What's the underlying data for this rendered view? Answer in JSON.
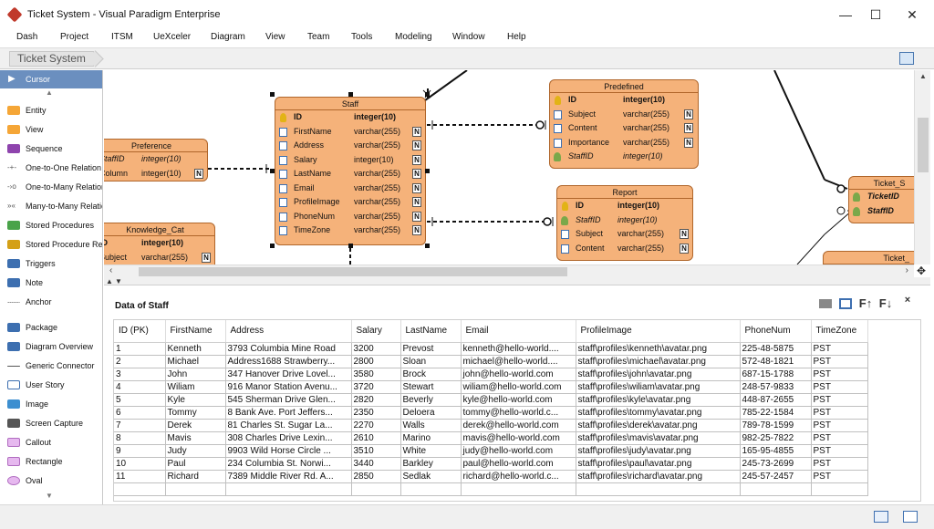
{
  "window": {
    "title": "Ticket System - Visual Paradigm Enterprise",
    "minimize": "—",
    "maximize": "☐",
    "close": "✕"
  },
  "menu": [
    "Dash",
    "Project",
    "ITSM",
    "UeXceler",
    "Diagram",
    "View",
    "Team",
    "Tools",
    "Modeling",
    "Window",
    "Help"
  ],
  "breadcrumb": "Ticket System",
  "palette": {
    "items": [
      {
        "label": "Cursor",
        "icon": "cursor-icon",
        "color": "#6b8fbf"
      },
      {
        "label": "Entity",
        "icon": "entity-icon",
        "color": "#f5a637"
      },
      {
        "label": "View",
        "icon": "view-icon",
        "color": "#f5a637"
      },
      {
        "label": "Sequence",
        "icon": "sequence-icon",
        "color": "#8e44ad"
      },
      {
        "label": "One-to-One Relation",
        "icon": "one-to-one-icon",
        "color": "#666666"
      },
      {
        "label": "One-to-Many Relation",
        "icon": "one-to-many-icon",
        "color": "#666666"
      },
      {
        "label": "Many-to-Many Relation",
        "icon": "many-to-many-icon",
        "color": "#666666"
      },
      {
        "label": "Stored Procedures",
        "icon": "stored-procedures-icon",
        "color": "#4aa34a"
      },
      {
        "label": "Stored Procedure Re",
        "icon": "stored-procedure-resultset-icon",
        "color": "#d4a017"
      },
      {
        "label": "Triggers",
        "icon": "triggers-icon",
        "color": "#3d6fb0"
      },
      {
        "label": "Note",
        "icon": "note-icon",
        "color": "#3d6fb0"
      },
      {
        "label": "Anchor",
        "icon": "anchor-icon",
        "color": "#999999"
      },
      {
        "label": "Package",
        "icon": "package-icon",
        "color": "#3d6fb0"
      },
      {
        "label": "Diagram Overview",
        "icon": "diagram-overview-icon",
        "color": "#3d6fb0"
      },
      {
        "label": "Generic Connector",
        "icon": "generic-connector-icon",
        "color": "#555555"
      },
      {
        "label": "User Story",
        "icon": "user-story-icon",
        "color": "#3d6fb0"
      },
      {
        "label": "Image",
        "icon": "image-icon",
        "color": "#3d8fd0"
      },
      {
        "label": "Screen Capture",
        "icon": "screen-capture-icon",
        "color": "#555555"
      },
      {
        "label": "Callout",
        "icon": "callout-icon",
        "color": "#c983d6"
      },
      {
        "label": "Rectangle",
        "icon": "rectangle-icon",
        "color": "#c983d6"
      },
      {
        "label": "Oval",
        "icon": "oval-icon",
        "color": "#c983d6"
      }
    ]
  },
  "diagram": {
    "staff": {
      "name": "Staff",
      "columns": [
        {
          "name": "ID",
          "type": "integer(10)",
          "kind": "pk",
          "nullable": ""
        },
        {
          "name": "FirstName",
          "type": "varchar(255)",
          "kind": "col",
          "nullable": "N"
        },
        {
          "name": "Address",
          "type": "varchar(255)",
          "kind": "col",
          "nullable": "N"
        },
        {
          "name": "Salary",
          "type": "integer(10)",
          "kind": "col",
          "nullable": "N"
        },
        {
          "name": "LastName",
          "type": "varchar(255)",
          "kind": "col",
          "nullable": "N"
        },
        {
          "name": "Email",
          "type": "varchar(255)",
          "kind": "col",
          "nullable": "N"
        },
        {
          "name": "ProfileImage",
          "type": "varchar(255)",
          "kind": "col",
          "nullable": "N"
        },
        {
          "name": "PhoneNum",
          "type": "varchar(255)",
          "kind": "col",
          "nullable": "N"
        },
        {
          "name": "TimeZone",
          "type": "varchar(255)",
          "kind": "col",
          "nullable": "N"
        }
      ]
    },
    "predefined": {
      "name": "Predefined",
      "columns": [
        {
          "name": "ID",
          "type": "integer(10)",
          "kind": "pk",
          "nullable": ""
        },
        {
          "name": "Subject",
          "type": "varchar(255)",
          "kind": "col",
          "nullable": "N"
        },
        {
          "name": "Content",
          "type": "varchar(255)",
          "kind": "col",
          "nullable": "N"
        },
        {
          "name": "Importance",
          "type": "varchar(255)",
          "kind": "col",
          "nullable": "N"
        },
        {
          "name": "StaffID",
          "type": "integer(10)",
          "kind": "fk",
          "nullable": ""
        }
      ]
    },
    "report": {
      "name": "Report",
      "columns": [
        {
          "name": "ID",
          "type": "integer(10)",
          "kind": "pk",
          "nullable": ""
        },
        {
          "name": "StaffID",
          "type": "integer(10)",
          "kind": "fk",
          "nullable": ""
        },
        {
          "name": "Subject",
          "type": "varchar(255)",
          "kind": "col",
          "nullable": "N"
        },
        {
          "name": "Content",
          "type": "varchar(255)",
          "kind": "col",
          "nullable": "N"
        }
      ]
    },
    "preference": {
      "name": "Preference",
      "columns": [
        {
          "name": "StaffID",
          "type": "integer(10)",
          "kind": "fk",
          "nullable": ""
        },
        {
          "name": "Column",
          "type": "integer(10)",
          "kind": "col",
          "nullable": "N"
        }
      ]
    },
    "knowledge_cat": {
      "name": "Knowledge_Cat",
      "columns": [
        {
          "name": "ID",
          "type": "integer(10)",
          "kind": "pk",
          "nullable": ""
        },
        {
          "name": "Subject",
          "type": "varchar(255)",
          "kind": "col",
          "nullable": "N"
        }
      ]
    },
    "ticket_s": {
      "name": "Ticket_S",
      "columns": [
        {
          "name": "TicketID",
          "type": "",
          "kind": "fk",
          "nullable": ""
        },
        {
          "name": "StaffID",
          "type": "",
          "kind": "fk",
          "nullable": ""
        }
      ]
    },
    "ticket_2": {
      "name": "Ticket_"
    }
  },
  "data_panel": {
    "title": "Data of Staff",
    "columns": [
      "ID (PK)",
      "FirstName",
      "Address",
      "Salary",
      "LastName",
      "Email",
      "ProfileImage",
      "PhoneNum",
      "TimeZone"
    ],
    "rows": [
      [
        "1",
        "Kenneth",
        "3793 Columbia Mine Road",
        "3200",
        "Prevost",
        "kenneth@hello-world....",
        "staff\\profiles\\kenneth\\avatar.png",
        "225-48-5875",
        "PST"
      ],
      [
        "2",
        "Michael",
        "Address1688 Strawberry...",
        "2800",
        "Sloan",
        "michael@hello-world....",
        "staff\\profiles\\michael\\avatar.png",
        "572-48-1821",
        "PST"
      ],
      [
        "3",
        "John",
        "347 Hanover Drive  Lovel...",
        "3580",
        "Brock",
        "john@hello-world.com",
        "staff\\profiles\\john\\avatar.png",
        "687-15-1788",
        "PST"
      ],
      [
        "4",
        "Wiliam",
        "916 Manor Station Avenu...",
        "3720",
        "Stewart",
        "wiliam@hello-world.com",
        "staff\\profiles\\wiliam\\avatar.png",
        "248-57-9833",
        "PST"
      ],
      [
        "5",
        "Kyle",
        "545 Sherman Drive  Glen...",
        "2820",
        "Beverly",
        "kyle@hello-world.com",
        "staff\\profiles\\kyle\\avatar.png",
        "448-87-2655",
        "PST"
      ],
      [
        "6",
        "Tommy",
        "8 Bank Ave.  Port Jeffers...",
        "2350",
        "Deloera",
        "tommy@hello-world.c...",
        "staff\\profiles\\tommy\\avatar.png",
        "785-22-1584",
        "PST"
      ],
      [
        "7",
        "Derek",
        "81 Charles St.  Sugar La...",
        "2270",
        "Walls",
        "derek@hello-world.com",
        "staff\\profiles\\derek\\avatar.png",
        "789-78-1599",
        "PST"
      ],
      [
        "8",
        "Mavis",
        "308 Charles Drive  Lexin...",
        "2610",
        "Marino",
        "mavis@hello-world.com",
        "staff\\profiles\\mavis\\avatar.png",
        "982-25-7822",
        "PST"
      ],
      [
        "9",
        "Judy",
        "9903 Wild Horse Circle  ...",
        "3510",
        "White",
        "judy@hello-world.com",
        "staff\\profiles\\judy\\avatar.png",
        "165-95-4855",
        "PST"
      ],
      [
        "10",
        "Paul",
        "234 Columbia St.  Norwi...",
        "3440",
        "Barkley",
        "paul@hello-world.com",
        "staff\\profiles\\paul\\avatar.png",
        "245-73-2699",
        "PST"
      ],
      [
        "11",
        "Richard",
        "7389 Middle River Rd.  A...",
        "2850",
        "Sedlak",
        "richard@hello-world.c...",
        "staff\\profiles\\richard\\avatar.png",
        "245-57-2457",
        "PST"
      ]
    ],
    "tools": {
      "sort_asc": "F↑",
      "sort_desc": "F↓",
      "close": "×"
    }
  },
  "colors": {
    "entity_fill": "#f5b27a",
    "entity_border": "#b0662b",
    "selection": "#6b8fbf"
  }
}
